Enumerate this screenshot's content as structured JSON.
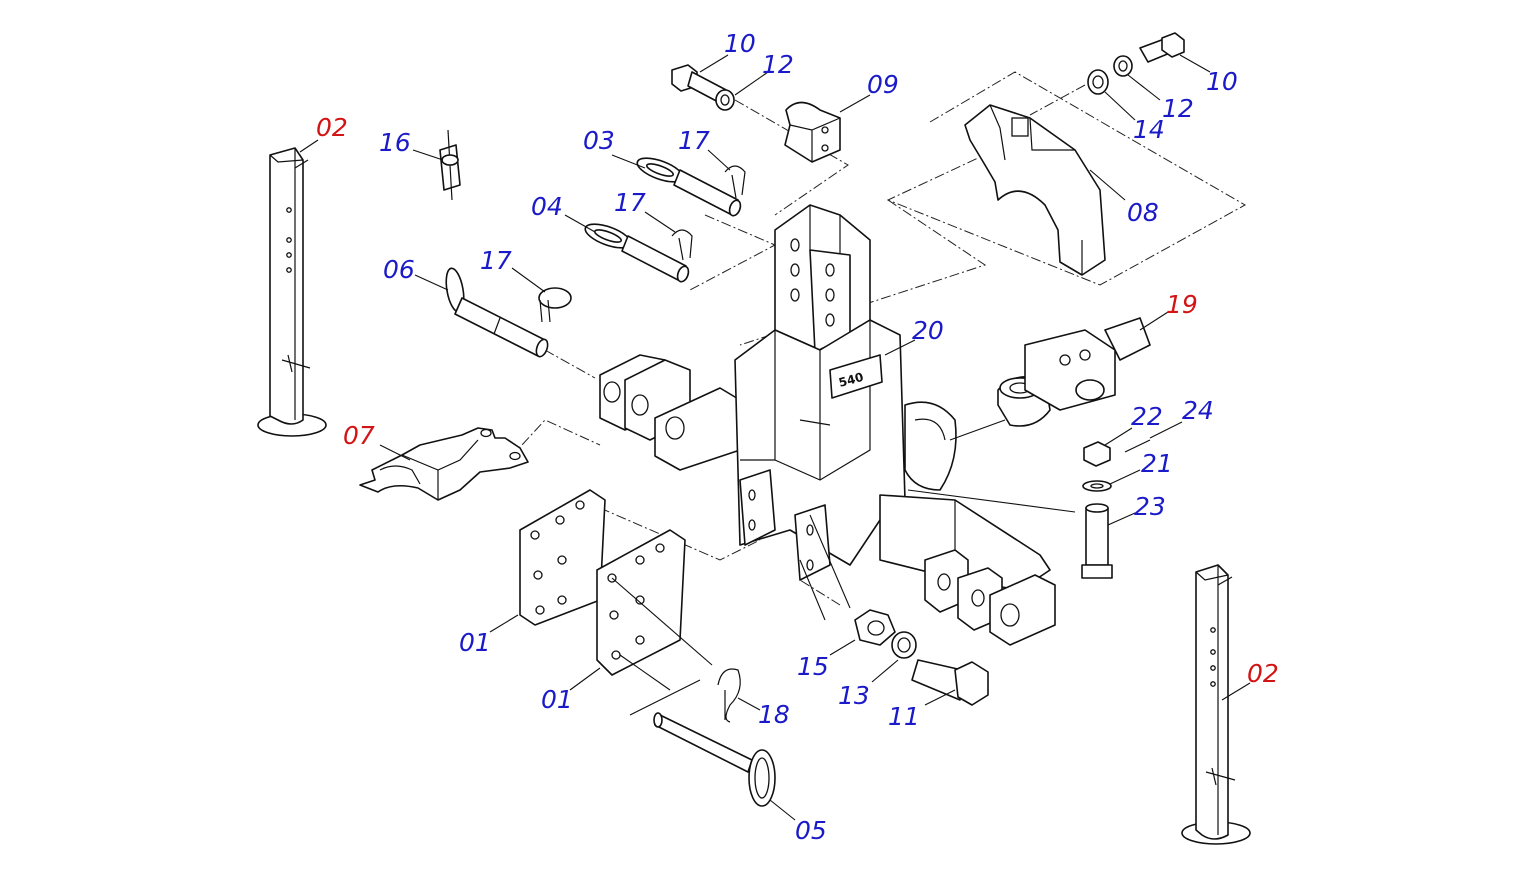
{
  "callouts": [
    {
      "id": "c02a",
      "text": "02",
      "color": "red"
    },
    {
      "id": "c16",
      "text": "16",
      "color": "blue"
    },
    {
      "id": "c07",
      "text": "07",
      "color": "red"
    },
    {
      "id": "c03",
      "text": "03",
      "color": "blue"
    },
    {
      "id": "c17a",
      "text": "17",
      "color": "blue"
    },
    {
      "id": "c04",
      "text": "04",
      "color": "blue"
    },
    {
      "id": "c17b",
      "text": "17",
      "color": "blue"
    },
    {
      "id": "c06",
      "text": "06",
      "color": "blue"
    },
    {
      "id": "c17c",
      "text": "17",
      "color": "blue"
    },
    {
      "id": "c10a",
      "text": "10",
      "color": "blue"
    },
    {
      "id": "c12a",
      "text": "12",
      "color": "blue"
    },
    {
      "id": "c09",
      "text": "09",
      "color": "blue"
    },
    {
      "id": "c10b",
      "text": "10",
      "color": "blue"
    },
    {
      "id": "c12b",
      "text": "12",
      "color": "blue"
    },
    {
      "id": "c14",
      "text": "14",
      "color": "blue"
    },
    {
      "id": "c08",
      "text": "08",
      "color": "blue"
    },
    {
      "id": "c19",
      "text": "19",
      "color": "red"
    },
    {
      "id": "c20",
      "text": "20",
      "color": "blue"
    },
    {
      "id": "c22",
      "text": "22",
      "color": "blue"
    },
    {
      "id": "c24",
      "text": "24",
      "color": "blue"
    },
    {
      "id": "c21",
      "text": "21",
      "color": "blue"
    },
    {
      "id": "c23",
      "text": "23",
      "color": "blue"
    },
    {
      "id": "c01a",
      "text": "01",
      "color": "blue"
    },
    {
      "id": "c01b",
      "text": "01",
      "color": "blue"
    },
    {
      "id": "c15",
      "text": "15",
      "color": "blue"
    },
    {
      "id": "c13",
      "text": "13",
      "color": "blue"
    },
    {
      "id": "c11",
      "text": "11",
      "color": "blue"
    },
    {
      "id": "c18",
      "text": "18",
      "color": "blue"
    },
    {
      "id": "c05",
      "text": "05",
      "color": "blue"
    },
    {
      "id": "c02b",
      "text": "02",
      "color": "red"
    }
  ],
  "plate_marking": "540",
  "colors": {
    "blue": "#1a1ac8",
    "red": "#d21414",
    "line": "#111111"
  }
}
